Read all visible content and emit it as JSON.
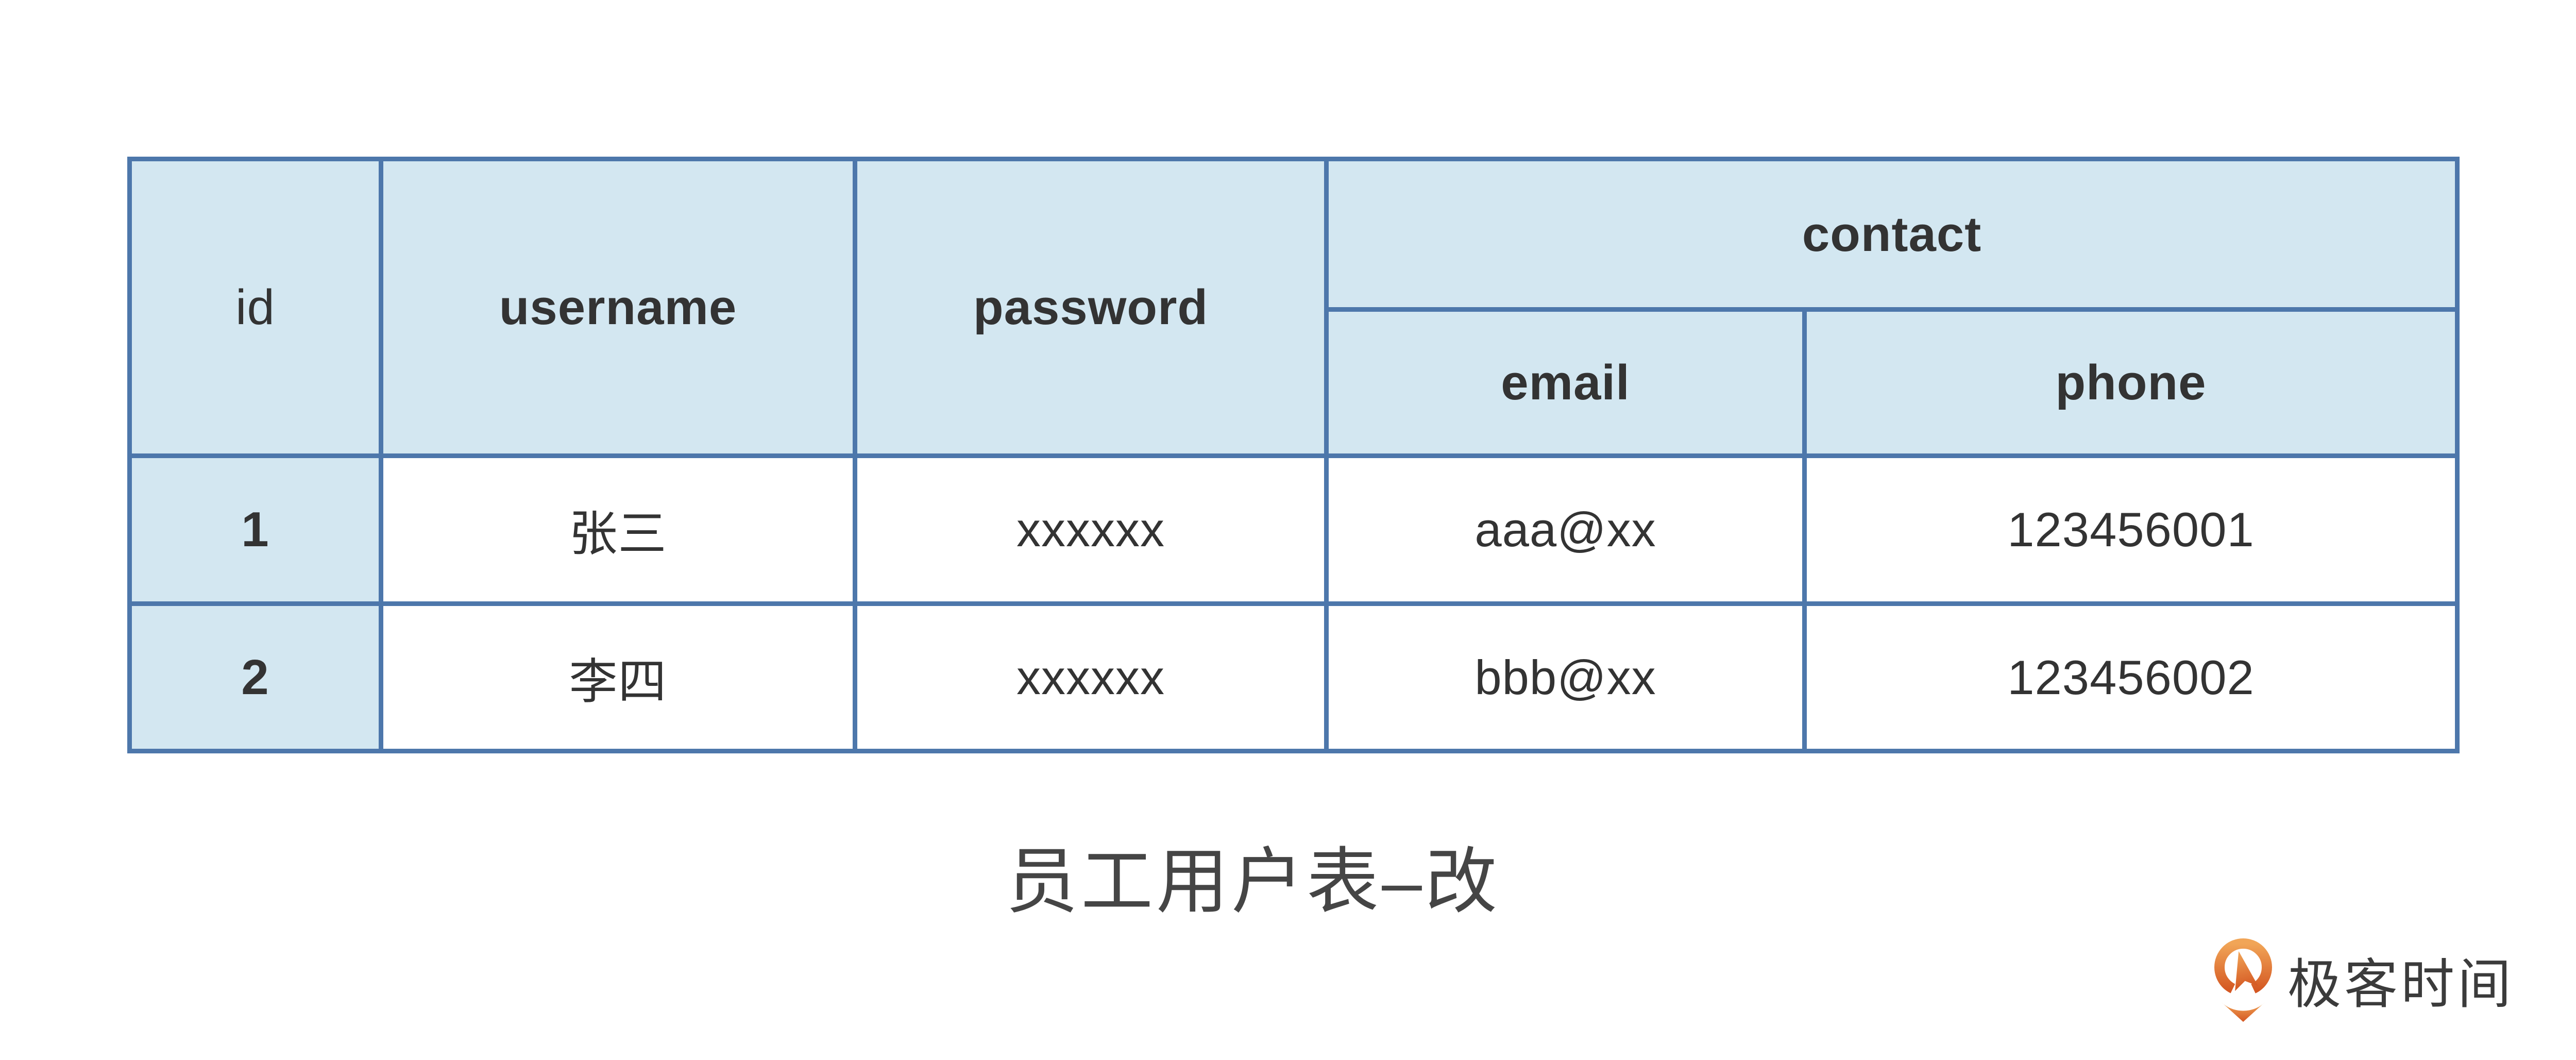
{
  "table": {
    "headers": {
      "id": "id",
      "username": "username",
      "password": "password",
      "contact": "contact",
      "email": "email",
      "phone": "phone"
    },
    "rows": [
      {
        "id": "1",
        "username": "张三",
        "password": "xxxxxx",
        "email": "aaa@xx",
        "phone": "123456001"
      },
      {
        "id": "2",
        "username": "李四",
        "password": "xxxxxx",
        "email": "bbb@xx",
        "phone": "123456002"
      }
    ]
  },
  "caption": {
    "text": "员工用户表–改"
  },
  "logo": {
    "text": "极客时间",
    "icon": "geektime-swirl-pin-icon"
  },
  "colors": {
    "table_border": "#4d77ab",
    "header_fill": "#d3e7f1",
    "cell_text": "#333333",
    "caption_text": "#454545",
    "logo_text": "#3b3b3b",
    "logo_orange_light": "#f1a557",
    "logo_orange_dark": "#d45722"
  }
}
